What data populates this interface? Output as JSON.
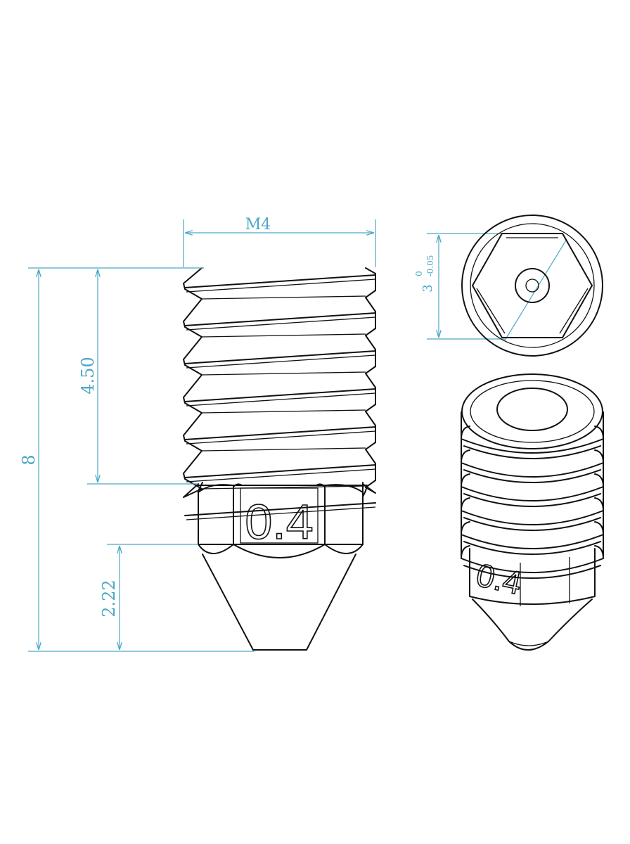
{
  "dimensions": {
    "thread_width": "M4",
    "total_length": "8",
    "thread_length": "4.50",
    "cone_length": "2.22",
    "hex_nominal": "3",
    "hex_tolerance_upper": "0",
    "hex_tolerance_lower": "-0.05"
  },
  "nozzle_marking": "0.4",
  "colors": {
    "dimension_lines": "#4ea7c6",
    "part_outline": "#111111",
    "background": "#ffffff"
  }
}
